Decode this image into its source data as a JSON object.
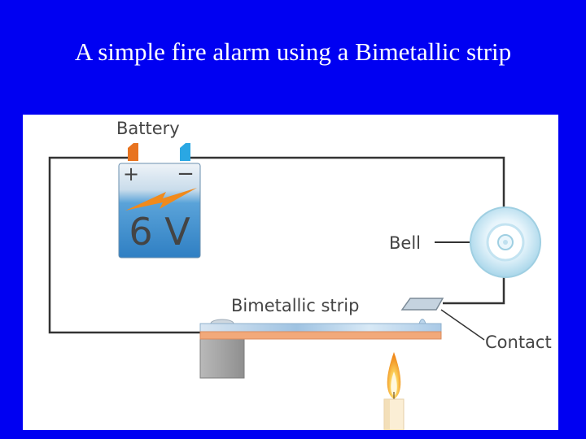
{
  "slide": {
    "title": "A simple fire alarm using a Bimetallic strip"
  },
  "diagram": {
    "labels": {
      "battery": "Battery",
      "voltage": "6 V",
      "plus": "+",
      "minus": "−",
      "bell": "Bell",
      "bimetallic_strip": "Bimetallic strip",
      "contact": "Contact"
    },
    "colors": {
      "slide_background": "#0000f2",
      "battery_body": "#3f8fd0",
      "battery_positive_terminal": "#e8731f",
      "battery_negative_terminal": "#2aa7e3",
      "lightning": "#f08a1c",
      "strip_top_metal": "#bcd6ec",
      "strip_bottom_metal": "#f2a97a",
      "flame": "#f6a623",
      "wire": "#333333"
    }
  }
}
